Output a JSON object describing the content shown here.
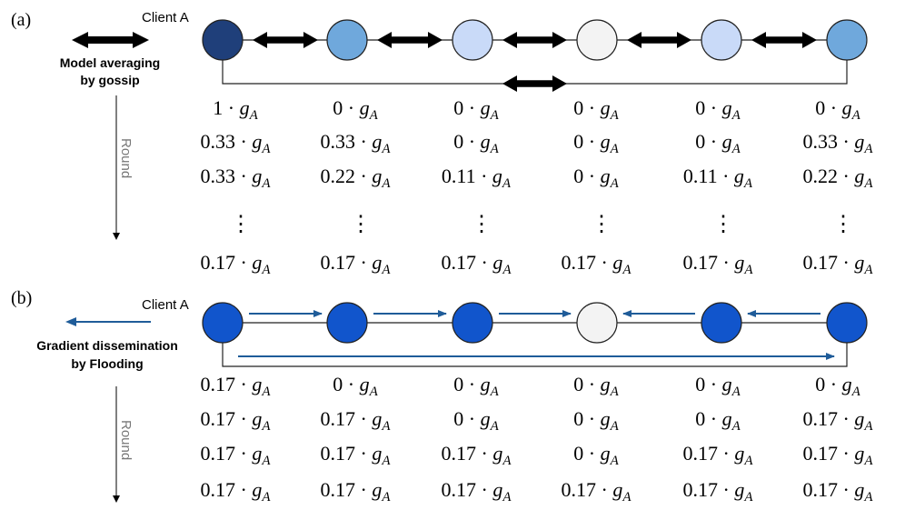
{
  "colors": {
    "black_arrow": "#000000",
    "blue_arrow": "#1f5c99",
    "node_stroke": "#222222",
    "edge": "#222222"
  },
  "panel_a": {
    "letter": "(a)",
    "client_label": "Client A",
    "legend_line1": "Model averaging",
    "legend_line2": "by gossip",
    "round_label": "Round",
    "node_colors": [
      "#1f3f7a",
      "#6fa8dc",
      "#c9daf8",
      "#f3f3f3",
      "#c9daf8",
      "#6fa8dc"
    ],
    "rows": [
      [
        "1",
        "0",
        "0",
        "0",
        "0",
        "0"
      ],
      [
        "0.33",
        "0.33",
        "0",
        "0",
        "0",
        "0.33"
      ],
      [
        "0.33",
        "0.22",
        "0.11",
        "0",
        "0.11",
        "0.22"
      ],
      [
        "0.17",
        "0.17",
        "0.17",
        "0.17",
        "0.17",
        "0.17"
      ]
    ]
  },
  "panel_b": {
    "letter": "(b)",
    "client_label": "Client A",
    "legend_line1": "Gradient dissemination",
    "legend_line2": "by Flooding",
    "round_label": "Round",
    "node_colors": [
      "#1155cc",
      "#1155cc",
      "#1155cc",
      "#f3f3f3",
      "#1155cc",
      "#1155cc"
    ],
    "rows": [
      [
        "0.17",
        "0",
        "0",
        "0",
        "0",
        "0"
      ],
      [
        "0.17",
        "0.17",
        "0",
        "0",
        "0",
        "0.17"
      ],
      [
        "0.17",
        "0.17",
        "0.17",
        "0",
        "0.17",
        "0.17"
      ],
      [
        "0.17",
        "0.17",
        "0.17",
        "0.17",
        "0.17",
        "0.17"
      ]
    ]
  },
  "term": {
    "dot": "·",
    "g": "g",
    "sub": "A",
    "vdots": "⋮"
  }
}
